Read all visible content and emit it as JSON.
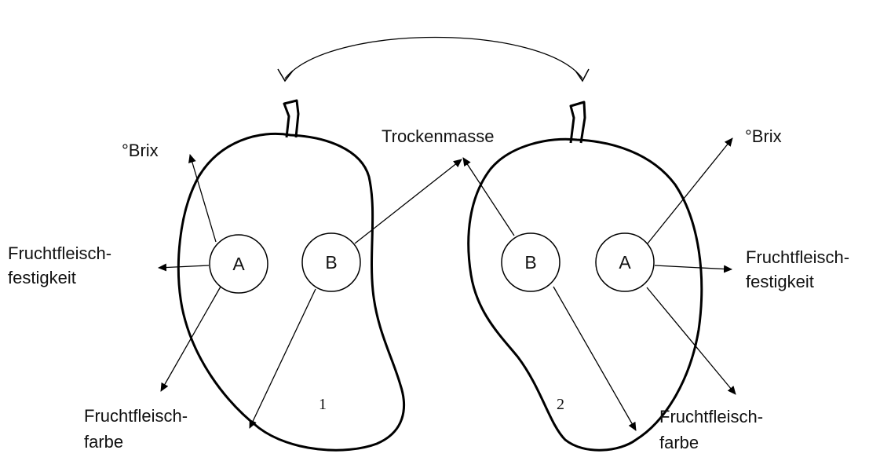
{
  "labels": {
    "brix_left": "°Brix",
    "trockenmasse": "Trockenmasse",
    "brix_right": "°Brix",
    "festigkeit_left_l1": "Fruchtfleisch-",
    "festigkeit_left_l2": "festigkeit",
    "festigkeit_right_l1": "Fruchtfleisch-",
    "festigkeit_right_l2": "festigkeit",
    "farbe_left_l1": "Fruchtfleisch-",
    "farbe_left_l2": "farbe",
    "farbe_right_l1": "Fruchtfleisch-",
    "farbe_right_l2": "farbe"
  },
  "positions": {
    "left_a": "A",
    "left_b": "B",
    "right_b": "B",
    "right_a": "A"
  },
  "fruit_numbers": {
    "left": "1",
    "right": "2"
  }
}
